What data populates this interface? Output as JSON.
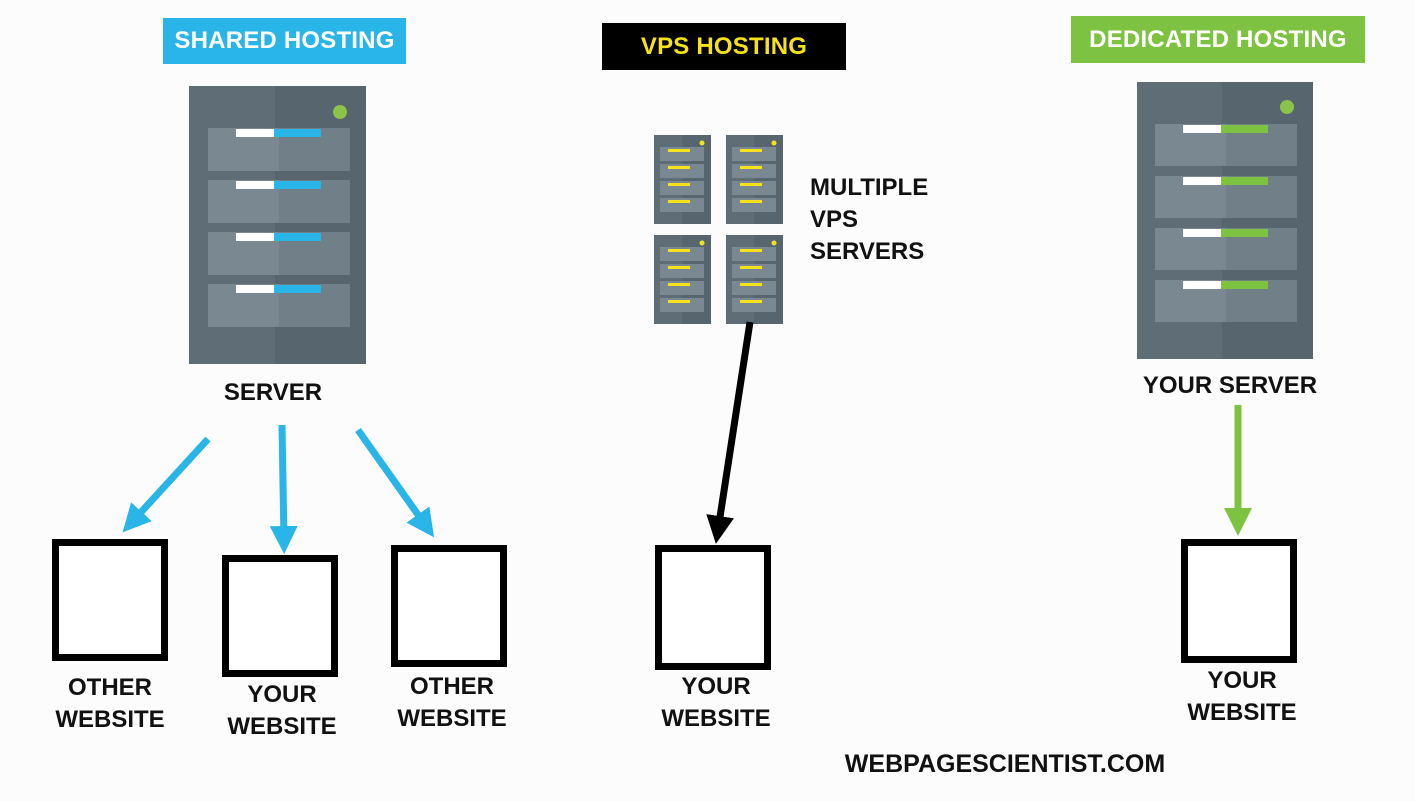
{
  "shared": {
    "title": "SHARED HOSTING",
    "server_label": "SERVER",
    "sites": [
      {
        "line1": "OTHER",
        "line2": "WEBSITE"
      },
      {
        "line1": "YOUR",
        "line2": "WEBSITE"
      },
      {
        "line1": "OTHER",
        "line2": "WEBSITE"
      }
    ]
  },
  "vps": {
    "title": "VPS HOSTING",
    "servers_label": [
      "MULTIPLE",
      "VPS",
      "SERVERS"
    ],
    "site": {
      "line1": "YOUR",
      "line2": "WEBSITE"
    }
  },
  "dedicated": {
    "title": "DEDICATED  HOSTING",
    "server_label": "YOUR SERVER",
    "site": {
      "line1": "YOUR",
      "line2": "WEBSITE"
    }
  },
  "footer": {
    "watermark": "WEBPAGESCIENTIST.COM"
  },
  "colors": {
    "shared_accent": "#29b5e8",
    "vps_accent": "#f5e21b",
    "dedicated_accent": "#7dc341",
    "server_body": "#5e6d76",
    "indicator": "#8bc34a"
  }
}
